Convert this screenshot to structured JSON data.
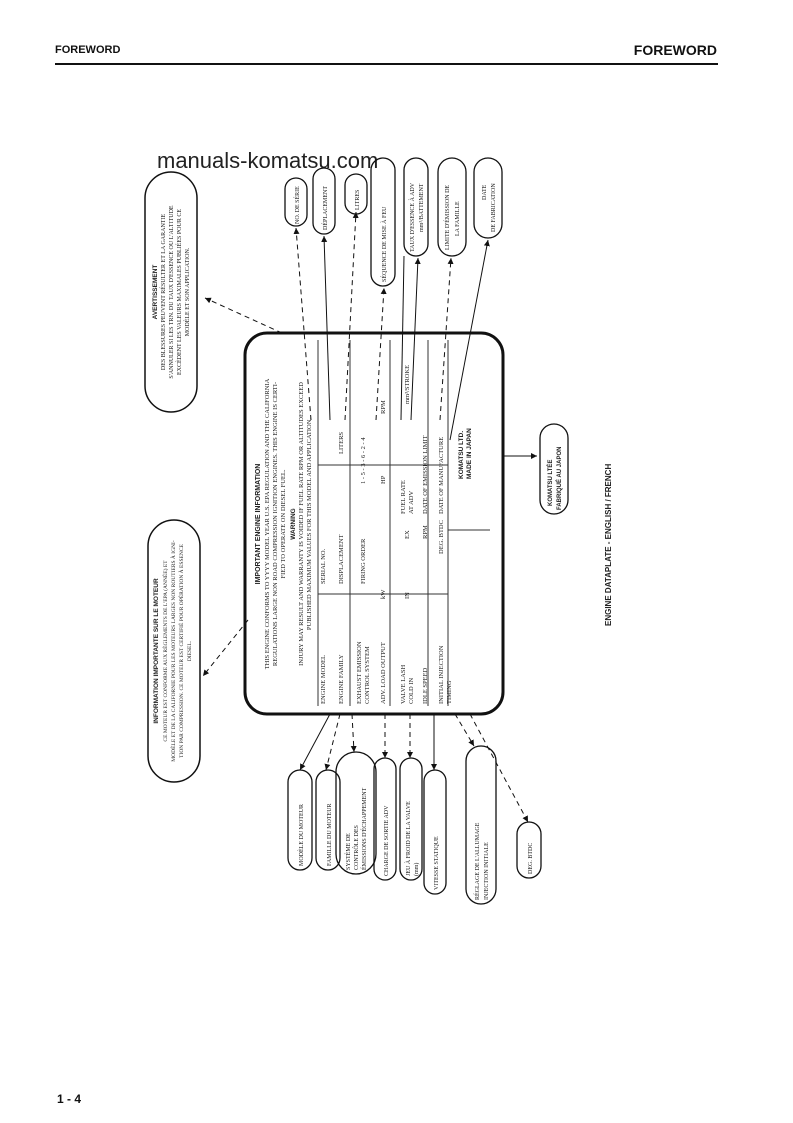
{
  "header": {
    "left": "FOREWORD",
    "right": "FOREWORD"
  },
  "watermark": "manuals-komatsu.com",
  "footer": {
    "page": "1 - 4"
  },
  "figure": {
    "caption": "ENGINE DATAPLATE - ENGLISH / FRENCH",
    "plate": {
      "title": "IMPORTANT ENGINE INFORMATION",
      "line1": "THIS ENGINE CONFORMS TO YYYY MODEL YEAR U.S. EPA REGULATION AND THE CALIFORNIA",
      "line2": "REGULATIONS LARGE NON ROAD COMPRESSION IGNITION ENGINES. THIS ENGINE IS CERTI-",
      "line3": "FIED TO OPERATE ON DIESEL FUEL.",
      "warning": "WARNING",
      "warn1": "INJURY MAY RESULT AND WARRANTY IS VOIDED IF FUEL RATE RPM OR ALTITUDES EXCEED",
      "warn2": "PUBLISHED MAXIMUM VALUES FOR THIS MODEL AND APPLICATION.",
      "engine_model": "ENGINE MODEL",
      "serial_no": "SERIAL NO.",
      "engine_family": "ENGINE FAMILY",
      "displacement": "DISPLACEMENT",
      "liters": "LITERS",
      "exhaust_emission": "EXHAUST EMISSION",
      "control_system": "CONTROL SYSTEM",
      "firing_order": "FIRING ORDER",
      "firing_order_value": "1 - 5 - 3 - 6 - 2 - 4",
      "adv_load_output": "ADV. LOAD OUTPUT",
      "kw": "kW",
      "hp": "HP",
      "rpm": "RPM",
      "valve_lash": "VALVE LASH",
      "cold_in": "COLD IN",
      "in_label": "IN",
      "ex_label": "EX",
      "fuel_rate": "FUEL RATE",
      "at_adv": "AT ADV",
      "mm3_stroke": "mm³/STROKE",
      "idle_speed": "IDLE SPEED",
      "rpm_label": "RPM",
      "date_emission_limit": "DATE OF EMISSION LIMIT",
      "initial_injection": "INITIAL INJECTION",
      "timing": "TIMING",
      "deg_btdc": "DEG. BTDC",
      "date_of_manufacture": "DATE OF MANUFACTURE",
      "maker": "KOMATSU LTD.",
      "made_in": "MADE IN JAPAN"
    },
    "callouts_top": {
      "avertissement_title": "AVERTISSEMENT",
      "avertissement_1": "DES BLESSURES PEUVENT RÉSULTER ET LA GARANTIE",
      "avertissement_2": "S'ANNULER SI LES TRN. DU TAUX D'ESSENCE OU L'ALTITUDE",
      "avertissement_3": "EXCÈDENT LES VALEURS MAXIMALES PUBLIÉES POUR CE",
      "avertissement_4": "MODÈLE ET SON APPLICATION.",
      "no_serie": "NO. DE SÉRIE",
      "deplacement": "DÉPLACEMENT",
      "litres": "LITRES",
      "sequence": "SÉQUENCE DE MISE À FEU",
      "taux_essence": "TAUX D'ESSENCE À ADV",
      "mm_battement": "mm³/BATTEMENT",
      "limite_emission": "LIMITE D'ÉMISSION DE",
      "la_famille": "LA FAMILLE",
      "date_fab": "DATE",
      "de_fabrication": "DE FABRICATION",
      "fabrique": "KOMATSU LTÉE",
      "fabrique2": "FABRIQUÉ AU JAPON"
    },
    "callouts_bottom": {
      "info_title": "INFORMATION IMPORTANTE SUR LE MOTEUR",
      "info_1": "CE MOTEUR EST CONFORME AUX RÈGLEMENTS DE L'EPA (ANNÉE) ET",
      "info_2": "MODÈLE ET DE LA CALIFORNIE POUR LES MOTEURS LARGES NON ROUTIERS À IGNI-",
      "info_3": "TION PAR COMPRESSION. CE MOTEUR EST CERTIFIÉ POUR OPÉRATION À ESSENCE",
      "info_4": "DIESEL.",
      "modele": "MODÈLE DU MOTEUR",
      "famille": "FAMILLE DU MOTEUR",
      "systeme_1": "SYSTÈME DE",
      "systeme_2": "CONTRÔLE DES",
      "systeme_3": "ÉMISSIONS D'ÉCHAPPEMENT",
      "charge": "CHARGE DE SORTIE ADV",
      "jeu_1": "JEU À FROID DE LA VALVE",
      "jeu_2": "(mm)",
      "vitesse": "VITESSE STATIQUE",
      "reglage_1": "RÉGLAGE DE L'ALLUMAGE",
      "reglage_2": "INJECTION INITIALE",
      "deg": "DEG. BTDC"
    }
  }
}
